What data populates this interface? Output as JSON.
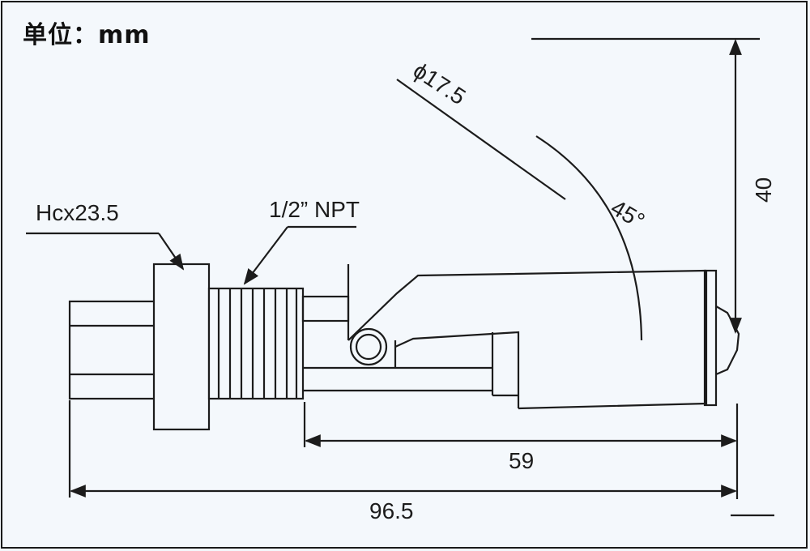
{
  "unit_label": "单位：mm",
  "dimensions": {
    "hex": "Hcx23.5",
    "thread": "1/2” NPT",
    "diameter": "ϕ17.5",
    "angle": "45°",
    "height": "40",
    "float_length": "59",
    "total_length": "96.5"
  },
  "colors": {
    "line": "#1c1c1c",
    "background": "#f4f8fc"
  }
}
